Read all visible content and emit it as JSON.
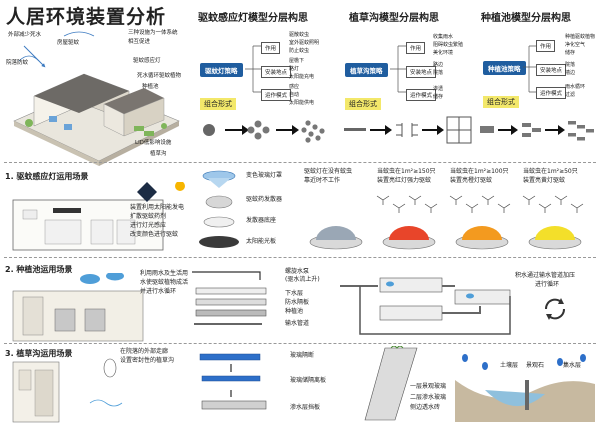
{
  "title": "人居环境装置分析",
  "headers": {
    "lamp": "驱蚊感应灯模型分层构思",
    "grass": "植草沟模型分层构思",
    "pond": "种植池模型分层构思"
  },
  "house": {
    "labels": [
      "外部减少死水",
      "房屋驱蚊",
      "院落防蚊",
      "三种设施为一体系统",
      "相互促进",
      "驱蚊感应灯",
      "死水循环驱蚊植物",
      "种植池",
      "LID低影响设施",
      "植草沟"
    ]
  },
  "lamp_model": {
    "badge": "驱蚊灯策略",
    "items": [
      "作用",
      "安装地点",
      "运作模式"
    ],
    "details": [
      "驱散蚊虫",
      "室外驱蚊照明",
      "防止蚊虫",
      "屋檐下",
      "路灯",
      "太阳能充电",
      "门廊",
      "窗前",
      "阳台",
      "感应",
      "自动",
      "太阳能供电"
    ],
    "combo": "组合形式"
  },
  "grass_model": {
    "badge": "植草沟策略",
    "items": [
      "作用",
      "安装地点",
      "运作模式"
    ],
    "details": [
      "收集雨水",
      "阻碍蚊虫繁殖",
      "美化环境",
      "路边",
      "院落",
      "道路两侧",
      "渗透",
      "储存"
    ],
    "combo": "组合形式"
  },
  "pond_model": {
    "badge": "种植池策略",
    "items": [
      "作用",
      "安装地点",
      "运作模式"
    ],
    "details": [
      "种植驱蚊植物",
      "净化空气",
      "储存",
      "院落",
      "墙边",
      "雨水循环",
      "过滤"
    ],
    "combo": "组合形式"
  },
  "scene1": {
    "title": "1. 驱蚊感应灯运用场景",
    "desc": [
      "装置利用太阳能发电",
      "扩散驱蚊药剂",
      "进行灯光感应",
      "改变颜色进行驱蚊"
    ],
    "parts": [
      "变色玻璃灯罩",
      "驱蚊药发散器",
      "发散器底座",
      "太阳能光板"
    ],
    "states": [
      {
        "title": "驱蚊灯在没有蚊虫",
        "sub": "靠近时不工作",
        "color": "#9aa7b5"
      },
      {
        "title": "当蚊虫在1m²≥150只",
        "sub": "装置亮红灯强力驱蚊",
        "color": "#e8452a"
      },
      {
        "title": "当蚊虫在1m²≥100只",
        "sub": "装置亮橙灯驱蚊",
        "color": "#f39a1f"
      },
      {
        "title": "当蚊虫在1m²≥50只",
        "sub": "装置亮黄灯驱蚊",
        "color": "#f3df2a"
      }
    ]
  },
  "scene2": {
    "title": "2. 种植池运用场景",
    "desc": [
      "利用雨水及生活用",
      "水使驱蚊植物成活",
      "并进行水循环"
    ],
    "parts": [
      "螺旋水泵",
      "(驱水流上升)",
      "下水层",
      "防水隔板",
      "种植池",
      "输水管道"
    ],
    "note": [
      "积水通过输水管道加压",
      "进行循环"
    ]
  },
  "scene3": {
    "title": "3. 植草沟运用场景",
    "desc": [
      "在院落的外部走廊",
      "设置密封性的植草沟"
    ],
    "parts": [
      "玻璃隔断",
      "玻璃储隔离板",
      "渗水层挡板"
    ],
    "layers": [
      "一层景观玻璃",
      "二层渗水玻璃",
      "侧边透水砖"
    ],
    "section": [
      "土壤层",
      "景观石",
      "集水层"
    ]
  }
}
